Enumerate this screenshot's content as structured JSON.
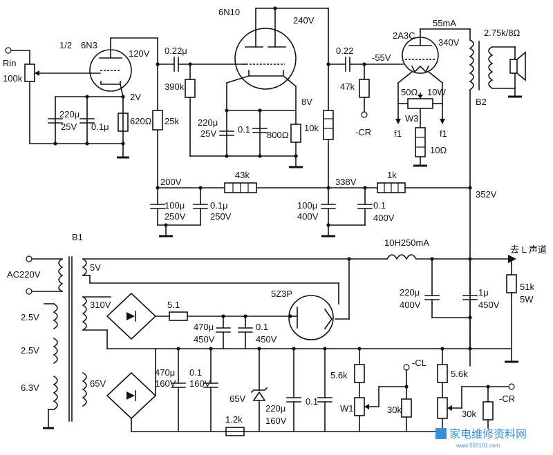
{
  "labels": {
    "rin": "Rin",
    "r100k": "100k",
    "half": "1/2",
    "v1": "6N3",
    "v1_plate": "120V",
    "v1_cath": "2V",
    "c220_25_a": "220μ",
    "c220_25_b": "25V",
    "c01_a": "0.1μ",
    "r620": "620Ω",
    "r25k": "25k",
    "c022u": "0.22μ",
    "r390k": "390k",
    "v2": "6N10",
    "v2_plate": "240V",
    "v2_cath": "8V",
    "c220_25_c": "220μ",
    "c220_25_d": "25V",
    "c01_b": "0.1",
    "r800": "800Ω",
    "r10k": "10k",
    "c022": "0.22",
    "r47k": "47k",
    "neg_cr": "-CR",
    "v3": "2A3C",
    "i55": "55mA",
    "v3_plate": "340V",
    "grid_bias": "-55V",
    "r50": "50Ω",
    "w10": "10W",
    "w3": "W3",
    "f1a": "f1",
    "f1b": "f1",
    "r10": "10Ω",
    "xfmr_out": "2.75k/8Ω",
    "b2": "B2",
    "n200v": "200V",
    "r43k": "43k",
    "n338v": "338V",
    "r1k": "1k",
    "n352v": "352V",
    "c100_250_a": "100μ",
    "c100_250_b": "250V",
    "c01_250_a": "0.1μ",
    "c01_250_b": "250V",
    "c100_400_a": "100μ",
    "c100_400_b": "400V",
    "c01_400_a": "0.1",
    "c01_400_b": "400V",
    "b1": "B1",
    "ac220": "AC220V",
    "s5v": "5V",
    "s310v": "310V",
    "s25a": "2.5V",
    "s25b": "2.5V",
    "s63": "6.3V",
    "s65v": "65V",
    "choke": "10H250mA",
    "to_l": "去 L 声道",
    "r51": "5.1",
    "v4": "5Z3P",
    "c470_450_a": "470μ",
    "c470_450_b": "450V",
    "c01_450_a": "0.1",
    "c01_450_b": "450V",
    "c220_400_a": "220μ",
    "c220_400_b": "400V",
    "c1u_a": "1μ",
    "c1u_b": "450V",
    "r51k": "51k",
    "r5w": "5W",
    "c470_160_a": "470μ",
    "c470_160_b": "160V",
    "c01_160_a": "0.1",
    "c01_160_b": "160V",
    "z65v": "65V",
    "c220_160_a": "220μ",
    "c220_160_b": "160V",
    "c01_c": "0.1",
    "r12k": "1.2k",
    "r56k_a": "5.6k",
    "w1": "W1",
    "neg_cl": "-CL",
    "r30k_a": "30k",
    "r56k_b": "5.6k",
    "neg_cr2": "-CR",
    "r30k_b": "30k",
    "watermark": "家电维修资料网",
    "watermark_url": "www.520101.com"
  }
}
